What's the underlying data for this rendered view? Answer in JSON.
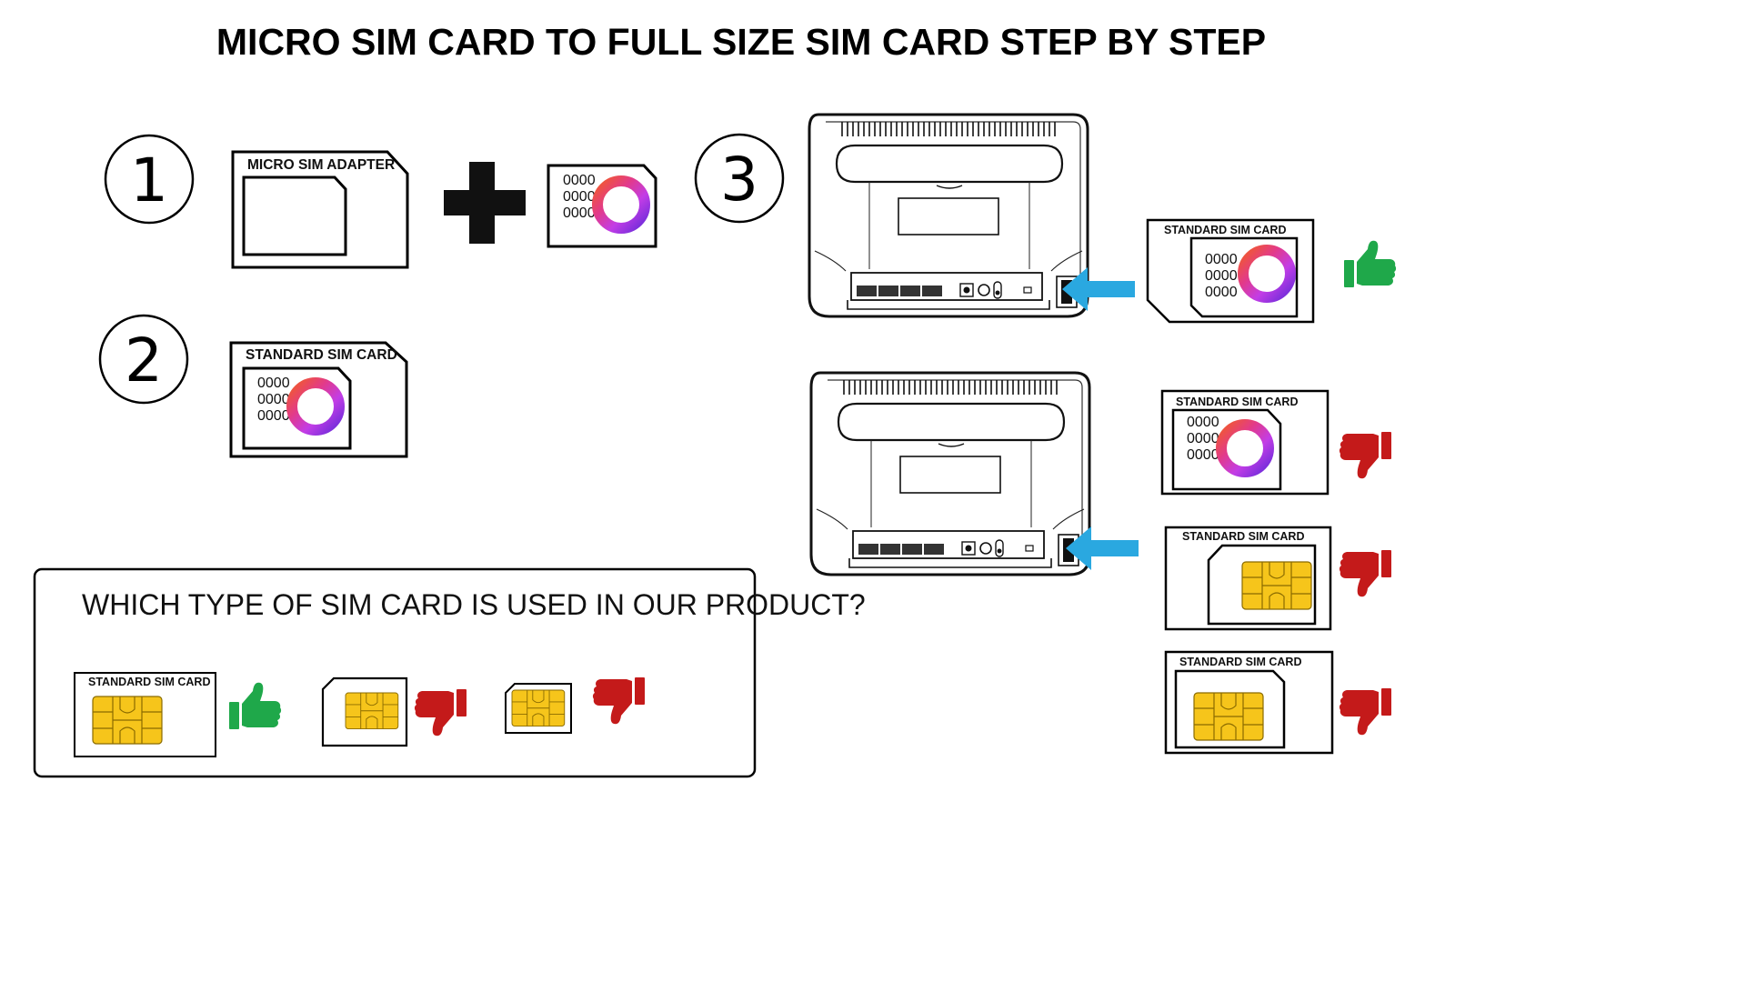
{
  "title": "MICRO SIM CARD TO FULL SIZE SIM CARD STEP BY STEP",
  "steps": [
    {
      "number": "1",
      "adapter_label": "MICRO SIM ADAPTER"
    },
    {
      "number": "2",
      "card_label": "STANDARD SIM CARD"
    },
    {
      "number": "3"
    }
  ],
  "sim_numbers": [
    "0000",
    "0000",
    "0000"
  ],
  "router_options": [
    {
      "label": "STANDARD SIM CARD",
      "verdict": "thumbs-up"
    },
    {
      "label": "STANDARD SIM CARD",
      "verdict": "thumbs-down"
    },
    {
      "label": "STANDARD SIM CARD",
      "verdict": "thumbs-down"
    },
    {
      "label": "STANDARD SIM CARD",
      "verdict": "thumbs-down"
    }
  ],
  "quiz": {
    "question": "WHICH TYPE OF SIM CARD IS USED IN OUR PRODUCT?",
    "options": [
      {
        "label": "STANDARD SIM CARD",
        "verdict": "thumbs-up"
      },
      {
        "label": "",
        "verdict": "thumbs-down"
      },
      {
        "label": "",
        "verdict": "thumbs-down"
      }
    ]
  },
  "colors": {
    "thumbs_up": "#1fa84a",
    "thumbs_down": "#c41a1a",
    "arrow": "#2aa8e0",
    "chip": "#f6c51b",
    "ring_start": "#f25a2b",
    "ring_mid": "#c23de6",
    "ring_end": "#6a2bd9"
  },
  "icons": [
    "plus-icon",
    "arrow-icon",
    "thumbs-up-icon",
    "thumbs-down-icon",
    "sim-chip-icon",
    "brand-ring-icon",
    "router-illustration"
  ]
}
